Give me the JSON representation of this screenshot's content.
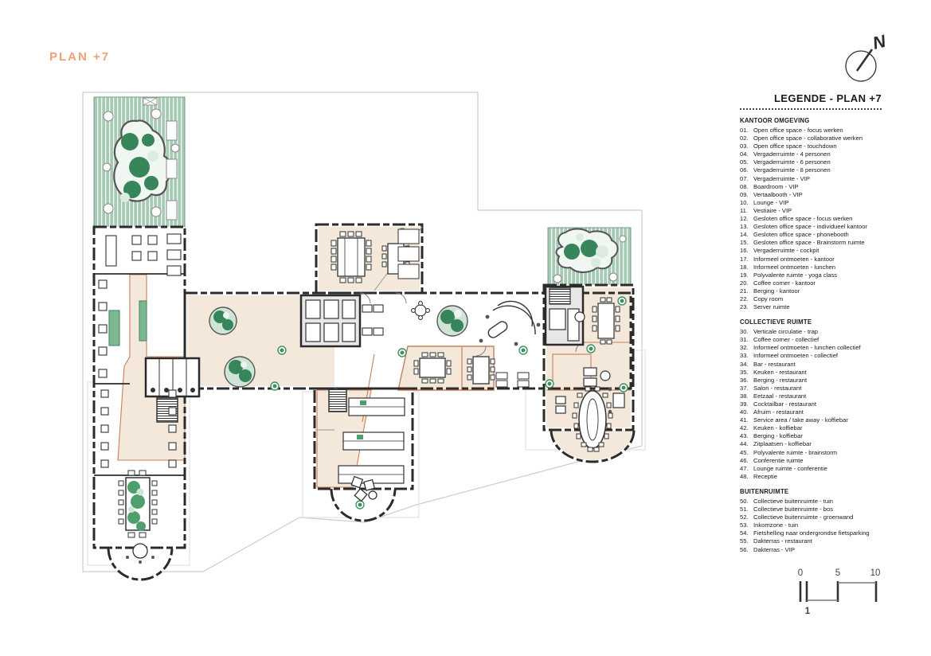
{
  "title": "PLAN +7",
  "north_label": "N",
  "legend": {
    "title": "LEGENDE - PLAN +7",
    "sections": [
      {
        "heading": "KANTOOR OMGEVING",
        "items": [
          {
            "num": "01.",
            "label": "Open office space - focus werken"
          },
          {
            "num": "02.",
            "label": "Open office space - collaborative werken"
          },
          {
            "num": "03.",
            "label": "Open office space - touchdown"
          },
          {
            "num": "04.",
            "label": "Vergaderruimte - 4 personen"
          },
          {
            "num": "05.",
            "label": "Vergaderruimte - 6 personen"
          },
          {
            "num": "06.",
            "label": "Vergaderruimte - 8 personen"
          },
          {
            "num": "07.",
            "label": "Vergaderruimte - VIP"
          },
          {
            "num": "08.",
            "label": "Boardroom - VIP"
          },
          {
            "num": "09.",
            "label": "Vertaalbooth - VIP"
          },
          {
            "num": "10.",
            "label": "Lounge - VIP"
          },
          {
            "num": "11.",
            "label": "Vestiaire - VIP"
          },
          {
            "num": "12.",
            "label": "Gesloten office space - focus werken"
          },
          {
            "num": "13.",
            "label": "Gesloten office space - individueel kantoor"
          },
          {
            "num": "14.",
            "label": "Gesloten office space - phonebooth"
          },
          {
            "num": "15.",
            "label": "Gesloten office space - Brainstorm ruimte"
          },
          {
            "num": "16.",
            "label": "Vergaderruimte - cockpit"
          },
          {
            "num": "17.",
            "label": "Informeel ontmoeten - kantoor"
          },
          {
            "num": "18.",
            "label": "Informeel ontmoeten - lunchen"
          },
          {
            "num": "19.",
            "label": "Polyvalente ruimte - yoga class"
          },
          {
            "num": "20.",
            "label": "Coffee corner - kantoor"
          },
          {
            "num": "21.",
            "label": "Berging - kantoor"
          },
          {
            "num": "22.",
            "label": "Copy room"
          },
          {
            "num": "23.",
            "label": "Server ruimte"
          }
        ]
      },
      {
        "heading": "COLLECTIEVE RUIMTE",
        "items": [
          {
            "num": "30.",
            "label": "Verticale circulatie - trap"
          },
          {
            "num": "31.",
            "label": "Coffee corner - collectief"
          },
          {
            "num": "32.",
            "label": "Informeel ontmoeten - lunchen collectief"
          },
          {
            "num": "33.",
            "label": "Informeel ontmoeten - collectief"
          },
          {
            "num": "34.",
            "label": "Bar - restaurant"
          },
          {
            "num": "35.",
            "label": "Keuken - restaurant"
          },
          {
            "num": "36.",
            "label": "Berging - restaurant"
          },
          {
            "num": "37.",
            "label": "Salon - restaurant"
          },
          {
            "num": "38.",
            "label": "Eetzaal - restaurant"
          },
          {
            "num": "39.",
            "label": "Cocktailbar - restaurant"
          },
          {
            "num": "40.",
            "label": "Afruim - restaurant"
          },
          {
            "num": "41.",
            "label": "Service area / take away - koffiebar"
          },
          {
            "num": "42.",
            "label": "Keuken - koffiebar"
          },
          {
            "num": "43.",
            "label": "Berging - koffiebar"
          },
          {
            "num": "44.",
            "label": "Zitplaatsen - koffiebar"
          },
          {
            "num": "45.",
            "label": "Polyvalente ruimte - brainstorm"
          },
          {
            "num": "46.",
            "label": "Conferentie ruimte"
          },
          {
            "num": "47.",
            "label": "Lounge ruimte - conferentie"
          },
          {
            "num": "48.",
            "label": "Receptie"
          }
        ]
      },
      {
        "heading": "BUITENRUIMTE",
        "items": [
          {
            "num": "50.",
            "label": "Collectieve buitenruimte - tuin"
          },
          {
            "num": "51.",
            "label": "Collectieve buitenruimte - bos"
          },
          {
            "num": "52.",
            "label": "Collectieve buitenruimte - groenwand"
          },
          {
            "num": "53.",
            "label": "Inkomzone - tuin"
          },
          {
            "num": "54.",
            "label": "Fietshelling naar ondergrondse fietsparking"
          },
          {
            "num": "55.",
            "label": "Dakterras - restaurant"
          },
          {
            "num": "56.",
            "label": "Dakterras - VIP"
          }
        ]
      }
    ]
  },
  "scalebar": {
    "zero": "0",
    "five": "5",
    "ten": "10",
    "one": "1"
  },
  "colors": {
    "title_orange": "#F0A173",
    "wall": "#2B2B2B",
    "room_beige": "#F3E8DA",
    "accent_orange": "#C97F58",
    "garden_green": "#A6CAB3",
    "tree_green": "#37855A",
    "planter_green": "#7DB894",
    "boundary_gray": "#CDCDCD"
  }
}
